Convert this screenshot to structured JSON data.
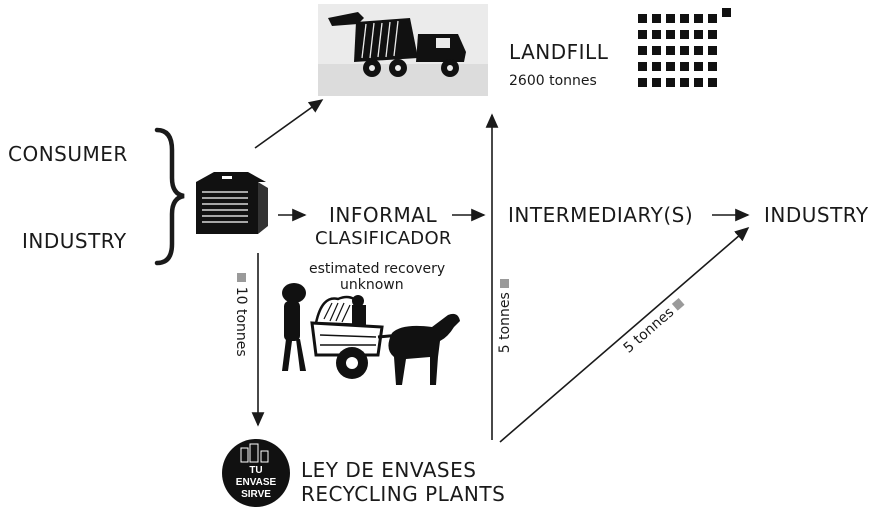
{
  "nodes": {
    "consumer": "CONSUMER",
    "industry_source": "INDUSTRY",
    "informal_line1": "INFORMAL",
    "informal_line2": "CLASIFICADOR",
    "intermediary": "INTERMEDIARY(S)",
    "industry_dest": "INDUSTRY",
    "landfill": "LANDFILL",
    "landfill_amount": "2600 tonnes",
    "recycling_line1": "LEY DE ENVASES",
    "recycling_line2": "RECYCLING PLANTS"
  },
  "annotations": {
    "recovery_line1": "estimated recovery",
    "recovery_line2": "unknown",
    "flow_to_plants": "10 tonnes",
    "flow_plants_to_landfill": "5 tonnes",
    "flow_plants_to_industry": "5 tonnes"
  },
  "logo": {
    "line1": "TU",
    "line2": "ENVASE",
    "line3": "SIRVE"
  },
  "icons": [
    "garbage-truck-icon",
    "dumpster-icon",
    "horse-cart-icon",
    "tonnage-squares-icon",
    "recycling-logo-icon"
  ],
  "colors": {
    "ink": "#1a1a1a",
    "marker": "#9a9a9a"
  }
}
